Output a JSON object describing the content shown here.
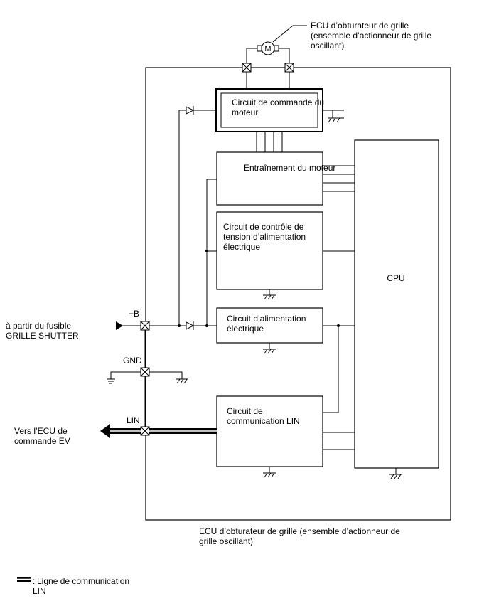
{
  "labels": {
    "motor_ecu_top": [
      "ECU d’obturateur de grille",
      "(ensemble d’actionneur de grille",
      "oscillant)"
    ],
    "motor_symbol": "M",
    "motor_drive_circuit": [
      "Circuit de commande du",
      "moteur"
    ],
    "motor_driver": "Entraînement du moteur",
    "voltage_monitor": [
      "Circuit de contrôle de",
      "tension d’alimentation",
      "électrique"
    ],
    "cpu": "CPU",
    "power_circuit": [
      "Circuit d’alimentation",
      "électrique"
    ],
    "lin_circuit": [
      "Circuit de",
      "communication LIN"
    ],
    "terminal_b": "+B",
    "terminal_gnd": "GND",
    "terminal_lin": "LIN",
    "from_fuse": [
      "à partir du fusible",
      "GRILLE SHUTTER"
    ],
    "to_ev_ecu": [
      "Vers l’ECU de",
      "commande EV"
    ],
    "ecu_bottom": [
      "ECU d’obturateur de grille (ensemble d’actionneur de",
      "grille oscillant)"
    ],
    "legend": [
      "Ligne de communication",
      "LIN"
    ]
  }
}
